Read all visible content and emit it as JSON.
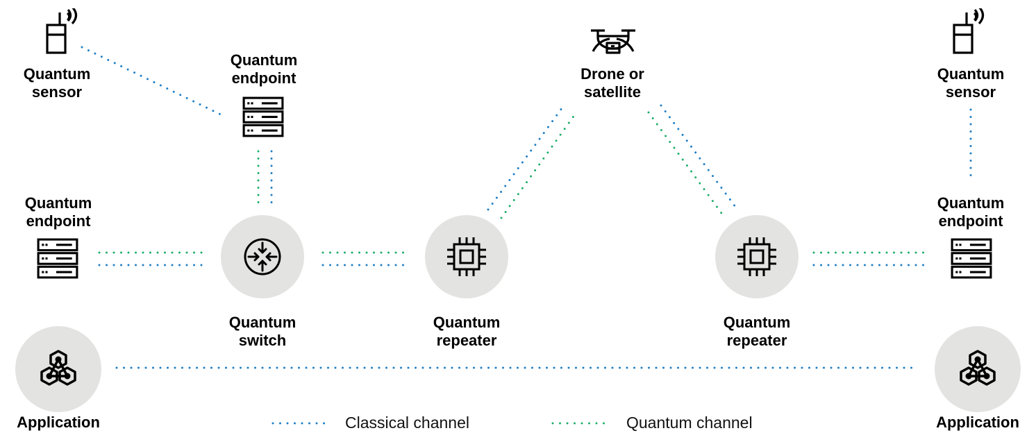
{
  "colors": {
    "classical": "#1f7ec4",
    "quantum": "#1fae6a",
    "circle_fill": "#e3e3e1",
    "icon_stroke": "#000000"
  },
  "nodes": {
    "sensor_left": {
      "icon": "antenna-device-icon",
      "line1": "Quantum",
      "line2": "sensor"
    },
    "endpoint_top": {
      "icon": "server-icon",
      "line1": "Quantum",
      "line2": "endpoint"
    },
    "drone": {
      "icon": "drone-icon",
      "line1": "Drone or",
      "line2": "satellite"
    },
    "sensor_right": {
      "icon": "antenna-device-icon",
      "line1": "Quantum",
      "line2": "sensor"
    },
    "endpoint_left": {
      "icon": "server-icon",
      "line1": "Quantum",
      "line2": "endpoint"
    },
    "endpoint_right": {
      "icon": "server-icon",
      "line1": "Quantum",
      "line2": "endpoint"
    },
    "switch": {
      "icon": "switch-icon",
      "line1": "Quantum",
      "line2": "switch"
    },
    "repeater_left": {
      "icon": "chip-icon",
      "line1": "Quantum",
      "line2": "repeater"
    },
    "repeater_right": {
      "icon": "chip-icon",
      "line1": "Quantum",
      "line2": "repeater"
    },
    "app_left": {
      "icon": "application-icon",
      "line1": "Application"
    },
    "app_right": {
      "icon": "application-icon",
      "line1": "Application"
    }
  },
  "legend": {
    "classical_label": "Classical channel",
    "quantum_label": "Quantum channel"
  }
}
